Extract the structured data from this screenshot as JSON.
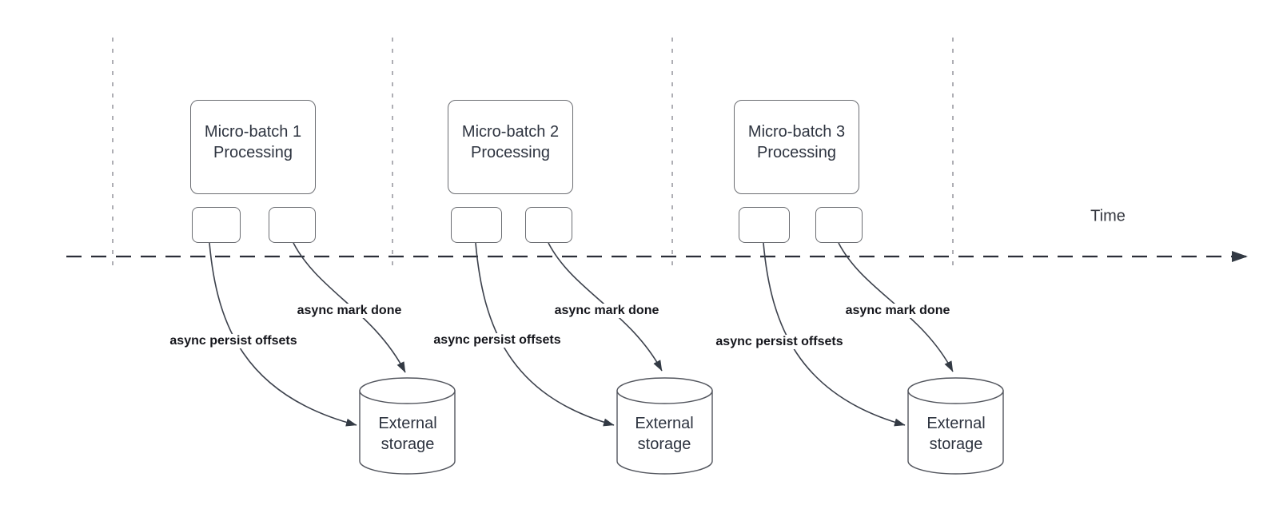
{
  "diagram": {
    "axis": {
      "time_label": "Time"
    },
    "colors": {
      "node_stroke": "#6b6d72",
      "arrow_stroke": "#3c414c",
      "gridline": "#9a9aa2",
      "axis_stroke": "#2b2e38",
      "node_text": "#2e3440",
      "label_text": "#15161c",
      "background": "#ffffff"
    },
    "sections": [
      {
        "batch_line1": "Micro-batch 1",
        "batch_line2": "Processing",
        "persist_label": "async persist offsets",
        "mark_done_label": "async mark done",
        "storage_line1": "External",
        "storage_line2": "storage"
      },
      {
        "batch_line1": "Micro-batch 2",
        "batch_line2": "Processing",
        "persist_label": "async persist offsets",
        "mark_done_label": "async mark done",
        "storage_line1": "External",
        "storage_line2": "storage"
      },
      {
        "batch_line1": "Micro-batch 3",
        "batch_line2": "Processing",
        "persist_label": "async persist offsets",
        "mark_done_label": "async mark done",
        "storage_line1": "External",
        "storage_line2": "storage"
      }
    ]
  }
}
